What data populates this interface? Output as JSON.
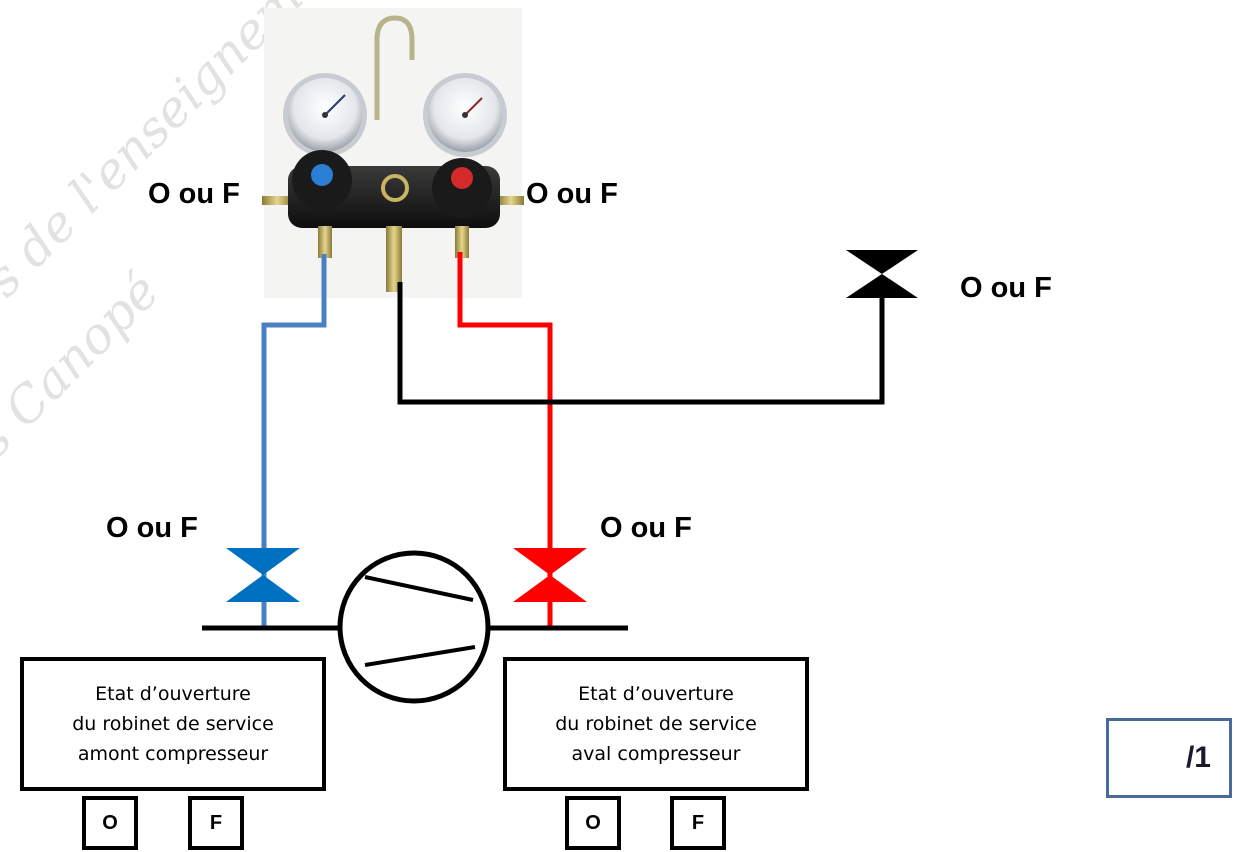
{
  "watermark": {
    "line1": "s de l'enseignement",
    "line2": "s Canopé"
  },
  "labels": {
    "gauge_left": "O ou F",
    "gauge_right": "O ou F",
    "bypass_valve": "O ou F",
    "suction_valve": "O ou F",
    "discharge_valve": "O ou F"
  },
  "boxes": {
    "left": {
      "line1": "Etat d’ouverture",
      "line2": "du robinet de service",
      "line3": "amont compresseur",
      "choices": [
        "O",
        "F"
      ]
    },
    "right": {
      "line1": "Etat d’ouverture",
      "line2": "du robinet de service",
      "line3": "aval compresseur",
      "choices": [
        "O",
        "F"
      ]
    }
  },
  "score": "/1",
  "colors": {
    "low_pressure": "#4a7fc1",
    "high_pressure": "#ff0000",
    "valve_blue": "#0070c0",
    "valve_red": "#ff0000",
    "line_black": "#000000"
  }
}
